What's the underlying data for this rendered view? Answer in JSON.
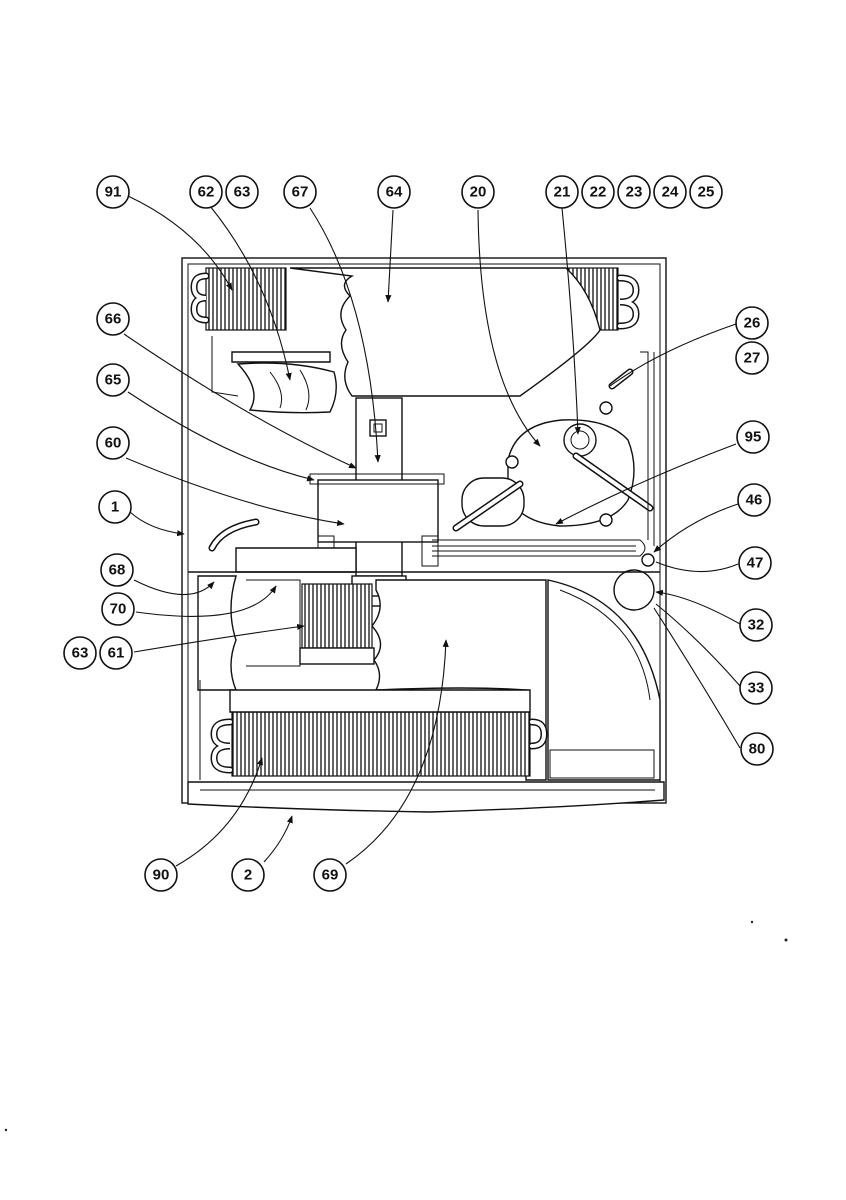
{
  "callouts": [
    {
      "id": "c91",
      "label": "91"
    },
    {
      "id": "c62",
      "label": "62"
    },
    {
      "id": "c63a",
      "label": "63"
    },
    {
      "id": "c67",
      "label": "67"
    },
    {
      "id": "c64",
      "label": "64"
    },
    {
      "id": "c20",
      "label": "20"
    },
    {
      "id": "c21",
      "label": "21"
    },
    {
      "id": "c22",
      "label": "22"
    },
    {
      "id": "c23",
      "label": "23"
    },
    {
      "id": "c24",
      "label": "24"
    },
    {
      "id": "c25",
      "label": "25"
    },
    {
      "id": "c66",
      "label": "66"
    },
    {
      "id": "c65",
      "label": "65"
    },
    {
      "id": "c60",
      "label": "60"
    },
    {
      "id": "c1",
      "label": "1"
    },
    {
      "id": "c68",
      "label": "68"
    },
    {
      "id": "c70",
      "label": "70"
    },
    {
      "id": "c63b",
      "label": "63"
    },
    {
      "id": "c61",
      "label": "61"
    },
    {
      "id": "c26",
      "label": "26"
    },
    {
      "id": "c27",
      "label": "27"
    },
    {
      "id": "c95",
      "label": "95"
    },
    {
      "id": "c46",
      "label": "46"
    },
    {
      "id": "c47",
      "label": "47"
    },
    {
      "id": "c32",
      "label": "32"
    },
    {
      "id": "c33",
      "label": "33"
    },
    {
      "id": "c80",
      "label": "80"
    },
    {
      "id": "c90",
      "label": "90"
    },
    {
      "id": "c2",
      "label": "2"
    },
    {
      "id": "c69",
      "label": "69"
    }
  ]
}
